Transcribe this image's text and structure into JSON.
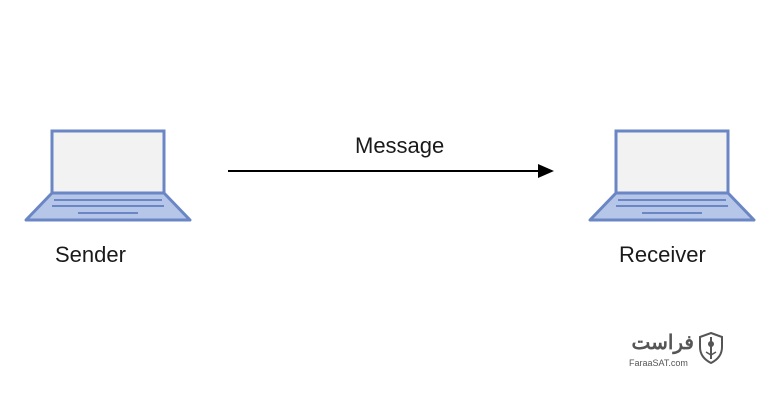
{
  "diagram": {
    "sender": {
      "label": "Sender",
      "icon": "laptop-icon"
    },
    "receiver": {
      "label": "Receiver",
      "icon": "laptop-icon"
    },
    "edge": {
      "label": "Message",
      "from": "sender",
      "to": "receiver"
    }
  },
  "watermark": {
    "arabic_text": "فراست",
    "domain_text": "FaraaSAT.com"
  },
  "colors": {
    "laptop_frame": "#6b86c4",
    "laptop_screen": "#f2f2f2",
    "laptop_base": "#b6c6e8",
    "arrow": "#000000",
    "text": "#1a1a1a",
    "watermark": "#555555"
  }
}
